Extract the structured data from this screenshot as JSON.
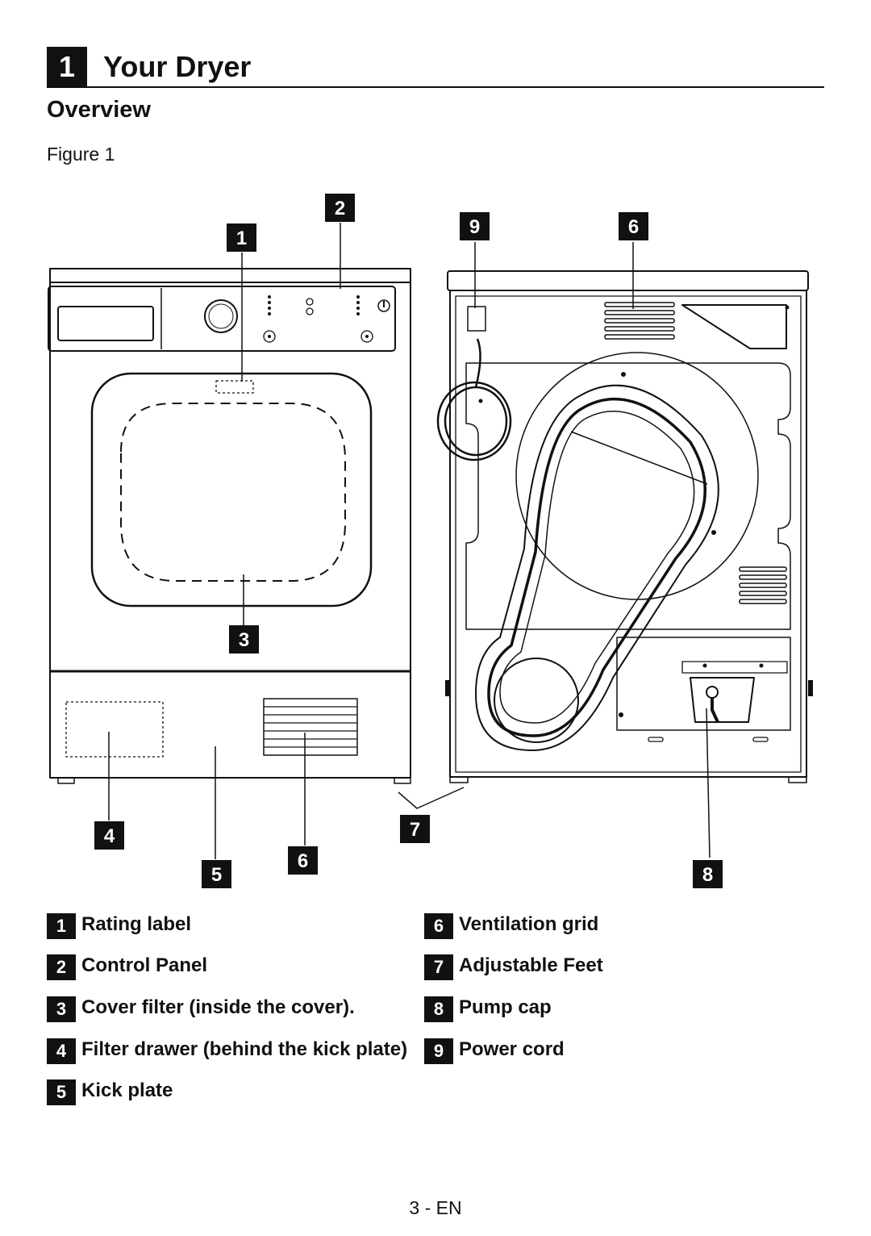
{
  "chapter": {
    "number": "1",
    "title": "Your Dryer"
  },
  "section": {
    "title": "Overview"
  },
  "figure": {
    "label": "Figure 1",
    "callouts": {
      "c1": "1",
      "c2": "2",
      "c3": "3",
      "c4": "4",
      "c5": "5",
      "c6a": "6",
      "c6b": "6",
      "c7": "7",
      "c8": "8",
      "c9": "9"
    }
  },
  "legend": [
    {
      "num": "1",
      "text": "Rating label"
    },
    {
      "num": "2",
      "text": "Control Panel"
    },
    {
      "num": "3",
      "text": "Cover filter (inside the cover)."
    },
    {
      "num": "4",
      "text": "Filter drawer (behind the kick plate)"
    },
    {
      "num": "5",
      "text": "Kick plate"
    },
    {
      "num": "6",
      "text": "Ventilation grid"
    },
    {
      "num": "7",
      "text": "Adjustable Feet"
    },
    {
      "num": "8",
      "text": "Pump cap"
    },
    {
      "num": "9",
      "text": "Power cord"
    }
  ],
  "footer": {
    "page": "3 - EN"
  }
}
